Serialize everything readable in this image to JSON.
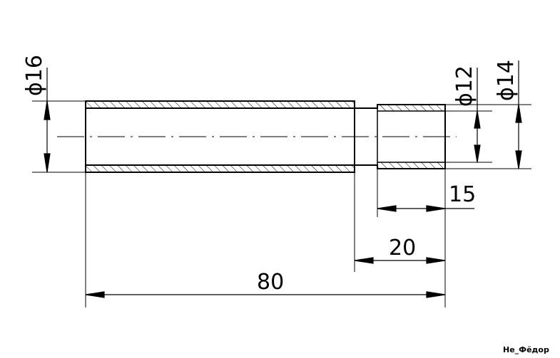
{
  "drawing": {
    "dim_outer_dia_left": "ϕ16",
    "dim_inner_dia_right": "ϕ12",
    "dim_outer_dia_right": "ϕ14",
    "dim_len_step": "15",
    "dim_len_right": "20",
    "dim_len_total": "80",
    "signature": "Не_Фёдор",
    "colors": {
      "line": "#000000",
      "hatch": "#000000",
      "background": "#ffffff"
    }
  }
}
